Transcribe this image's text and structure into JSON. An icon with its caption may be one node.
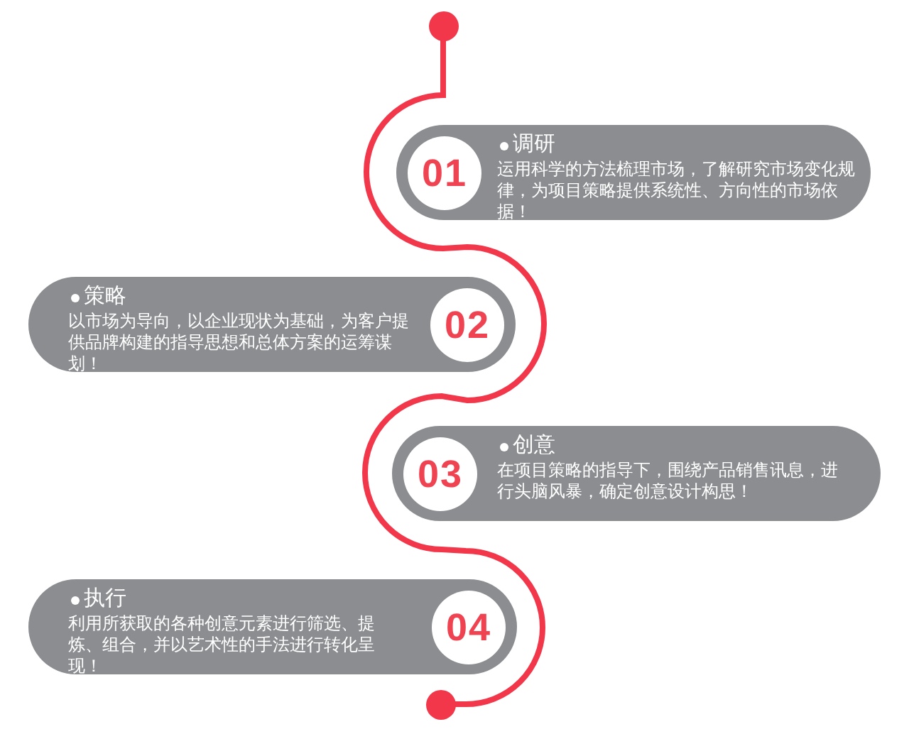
{
  "diagram": {
    "nodes": [
      {
        "text": [],
        "shape": "circle"
      },
      {
        "text": [
          "调研",
          "运用科学的方法梳理市场，了解研究市场变化规律，为项目策略提供系统性、方向性的市场依据！"
        ]
      },
      {
        "text": [
          "01"
        ],
        "in": 1
      },
      {
        "text": [
          "策略",
          "以市场为导向，以企业现状为基础，为客户提供品牌构建的指导思想和总体方案的运筹谋划！"
        ]
      },
      {
        "text": [
          "02"
        ],
        "in": 3
      },
      {
        "text": [
          "创意",
          "在项目策略的指导下，围绕产品销售讯息，进行头脑风暴，确定创意设计构思！"
        ]
      },
      {
        "text": [
          "03"
        ],
        "in": 5
      },
      {
        "text": [
          "执行",
          "利用所获取的各种创意元素进行筛选、提炼、组合，并以艺术性的手法进行转化呈现！"
        ]
      },
      {
        "text": [
          "04"
        ],
        "in": 7
      },
      {
        "text": [],
        "shape": "circle"
      }
    ],
    "edges": [
      {
        "from": 0,
        "to": 2,
        "arrow": "none"
      },
      {
        "from": 2,
        "to": 4,
        "arrow": "none"
      },
      {
        "from": 4,
        "to": 6,
        "arrow": "none"
      },
      {
        "from": 6,
        "to": 8,
        "arrow": "none"
      },
      {
        "from": 8,
        "to": 9,
        "arrow": "none"
      }
    ]
  }
}
